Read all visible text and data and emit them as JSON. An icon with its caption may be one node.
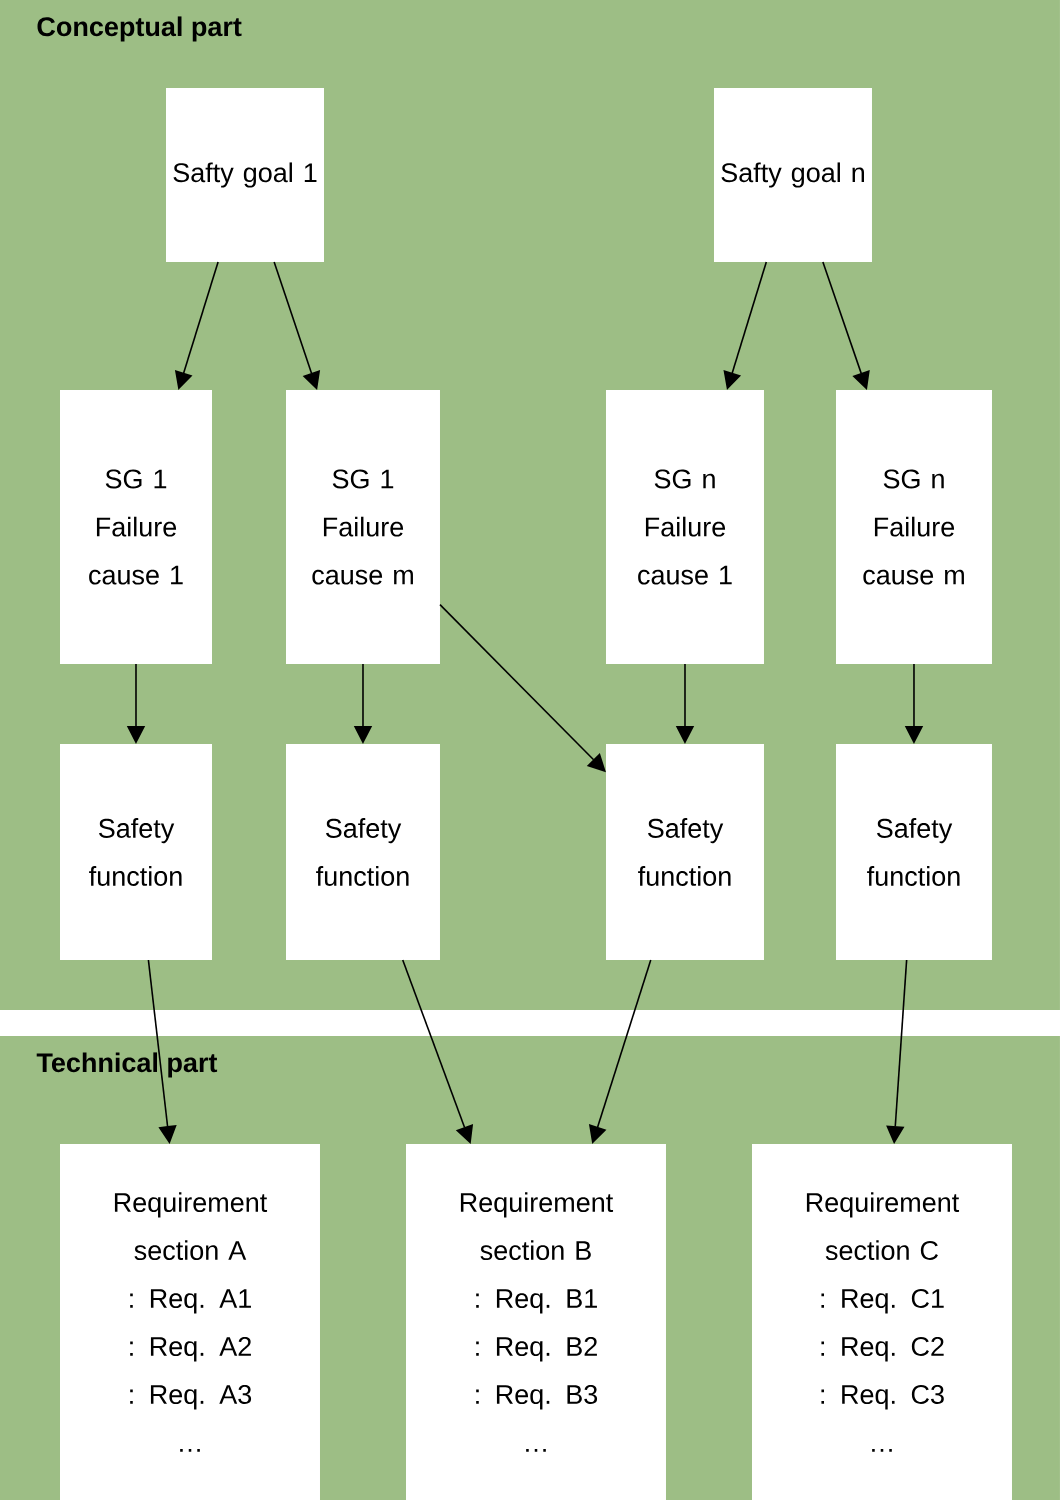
{
  "diagram": {
    "nodes": [
      {
        "text": [
          "Conceptual part"
        ]
      },
      {
        "text": [
          "Safty goal 1"
        ],
        "in": 0
      },
      {
        "text": [
          "Safty goal n"
        ],
        "in": 0
      },
      {
        "text": [
          "SG 1 Failure cause 1"
        ],
        "in": 0
      },
      {
        "text": [
          "SG 1 Failure cause m"
        ],
        "in": 0
      },
      {
        "text": [
          "SG n Failure cause 1"
        ],
        "in": 0
      },
      {
        "text": [
          "SG n Failure cause m"
        ],
        "in": 0
      },
      {
        "text": [
          "Safety function"
        ],
        "in": 0
      },
      {
        "text": [
          "Safety function"
        ],
        "in": 0
      },
      {
        "text": [
          "Safety function"
        ],
        "in": 0
      },
      {
        "text": [
          "Safety function"
        ],
        "in": 0
      },
      {
        "text": [
          "Technical part"
        ]
      },
      {
        "text": [
          "Requirement section A",
          ": Req. A1",
          ": Req. A2",
          ": Req. A3",
          "…"
        ],
        "in": 11
      },
      {
        "text": [
          "Requirement section B",
          ": Req. B1",
          ": Req. B2",
          ": Req. B3",
          "…"
        ],
        "in": 11
      },
      {
        "text": [
          "Requirement section C",
          ": Req. C1",
          ": Req. C2",
          ": Req. C3",
          "…"
        ],
        "in": 11
      }
    ],
    "edges": [
      {
        "from": 1,
        "to": 3,
        "arrow": "to"
      },
      {
        "from": 1,
        "to": 4,
        "arrow": "to"
      },
      {
        "from": 2,
        "to": 5,
        "arrow": "to"
      },
      {
        "from": 2,
        "to": 6,
        "arrow": "to"
      },
      {
        "from": 3,
        "to": 7,
        "arrow": "to"
      },
      {
        "from": 4,
        "to": 8,
        "arrow": "to"
      },
      {
        "from": 4,
        "to": 9,
        "arrow": "to"
      },
      {
        "from": 5,
        "to": 9,
        "arrow": "to"
      },
      {
        "from": 6,
        "to": 10,
        "arrow": "to"
      },
      {
        "from": 7,
        "to": 12,
        "arrow": "to"
      },
      {
        "from": 8,
        "to": 13,
        "arrow": "to"
      },
      {
        "from": 9,
        "to": 13,
        "arrow": "to"
      },
      {
        "from": 10,
        "to": 14,
        "arrow": "to"
      }
    ]
  }
}
